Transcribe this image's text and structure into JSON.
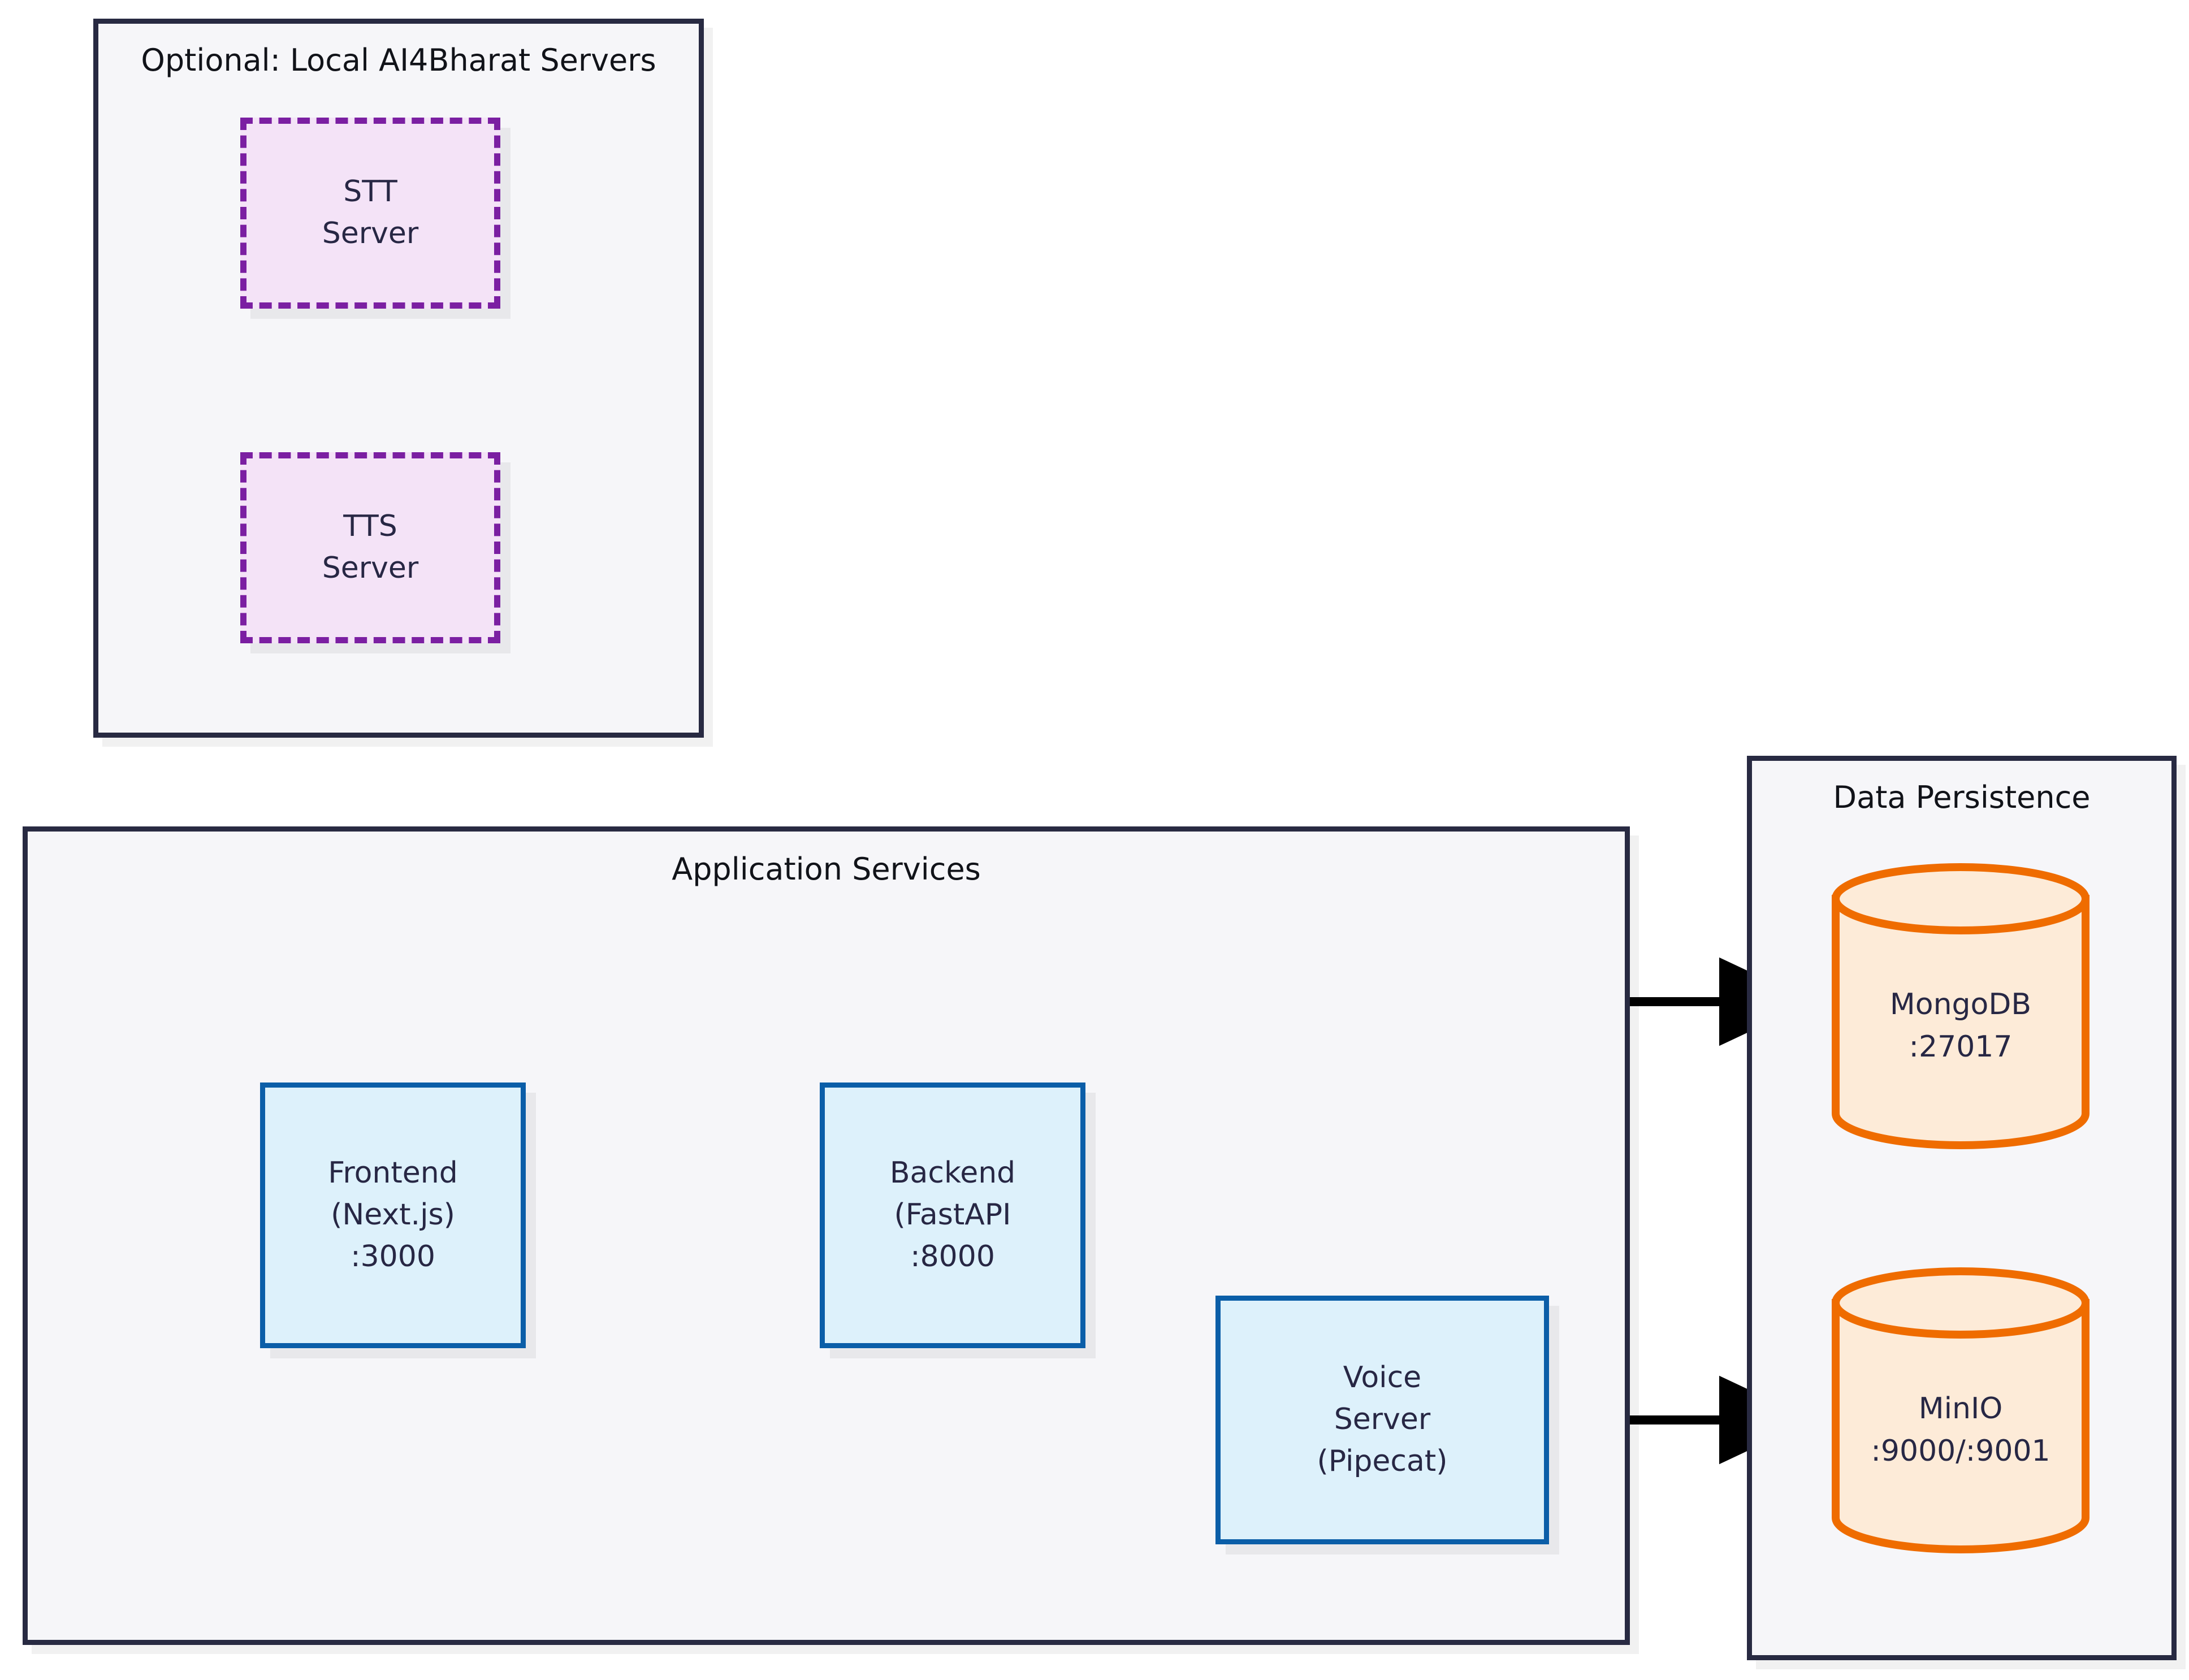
{
  "diagram": {
    "title_hidden": "",
    "colors": {
      "cluster_bg": "#f6f6f9",
      "cluster_border": "#282a42",
      "service_fill": "#ddf1fb",
      "service_border": "#0b5ea8",
      "optional_fill": "#f4e3f7",
      "optional_border": "#7b1fa2",
      "db_fill": "#fdebd8",
      "db_border": "#ef6c00",
      "text": "#272744",
      "edge": "#000000"
    }
  },
  "clusters": [
    {
      "id": "optional",
      "title": "Optional: Local AI4Bharat Servers"
    },
    {
      "id": "app",
      "title": "Application Services"
    },
    {
      "id": "data",
      "title": "Data Persistence"
    }
  ],
  "nodes": {
    "stt": {
      "lines": [
        "STT",
        "Server"
      ]
    },
    "tts": {
      "lines": [
        "TTS",
        "Server"
      ]
    },
    "frontend": {
      "lines": [
        "Frontend",
        "(Next.js)",
        ":3000"
      ]
    },
    "backend": {
      "lines": [
        "Backend",
        "(FastAPI",
        ":8000"
      ]
    },
    "voice": {
      "lines": [
        "Voice",
        "Server",
        "(Pipecat)"
      ]
    },
    "mongodb": {
      "lines": [
        "MongoDB",
        ":27017"
      ]
    },
    "minio": {
      "lines": [
        "MinIO",
        ":9000/:9001"
      ]
    }
  },
  "edges": [
    {
      "from": "frontend",
      "to": "backend",
      "kind": "bidirectional",
      "label": ""
    },
    {
      "from": "backend",
      "to": "mongodb",
      "kind": "directed",
      "label": ""
    },
    {
      "from": "backend",
      "to": "voice",
      "kind": "bidirectional",
      "label": ""
    },
    {
      "from": "voice",
      "to": "minio",
      "kind": "directed",
      "label": ""
    }
  ]
}
